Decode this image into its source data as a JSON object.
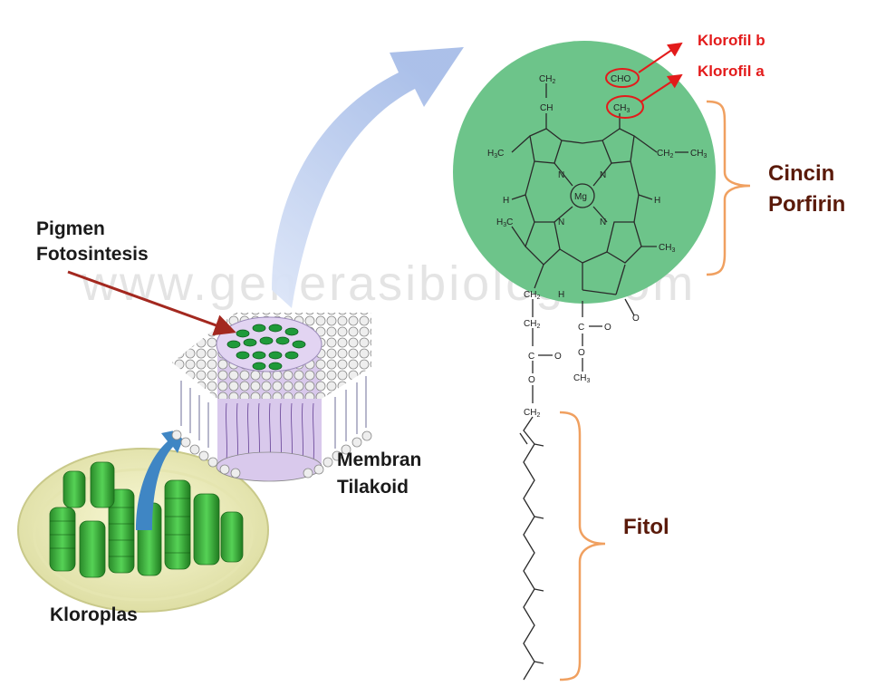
{
  "watermark": "www.generasibiologi.com",
  "labels": {
    "pigmen_line1": "Pigmen",
    "pigmen_line2": "Fotosintesis",
    "membran_line1": "Membran",
    "membran_line2": "Tilakoid",
    "kloroplas": "Kloroplas",
    "cincin_line1": "Cincin",
    "cincin_line2": "Porfirin",
    "fitol": "Fitol",
    "klorofil_b": "Klorofil b",
    "klorofil_a": "Klorofil a"
  },
  "chem": {
    "cho": "CHO",
    "ch3": "CH",
    "mg": "Mg"
  },
  "colors": {
    "porphyrin_fill": "#6dc48a",
    "big_arrow": "#b3c6ea",
    "small_arrow": "#3f86c4",
    "pointer_arrow": "#a3281f",
    "brace": "#f0a060",
    "klorofil_red": "#e31b1b",
    "chloroplast_green": "#35b135"
  }
}
